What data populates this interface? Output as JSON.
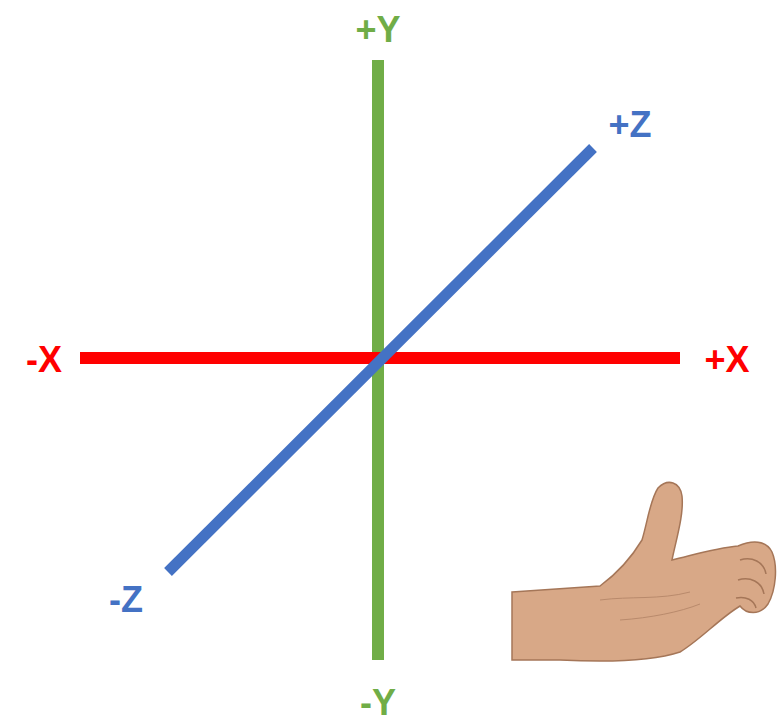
{
  "diagram": {
    "labels": [
      "+Y",
      "+Z",
      "-X",
      "+X",
      "-Z",
      "-Y"
    ]
  }
}
